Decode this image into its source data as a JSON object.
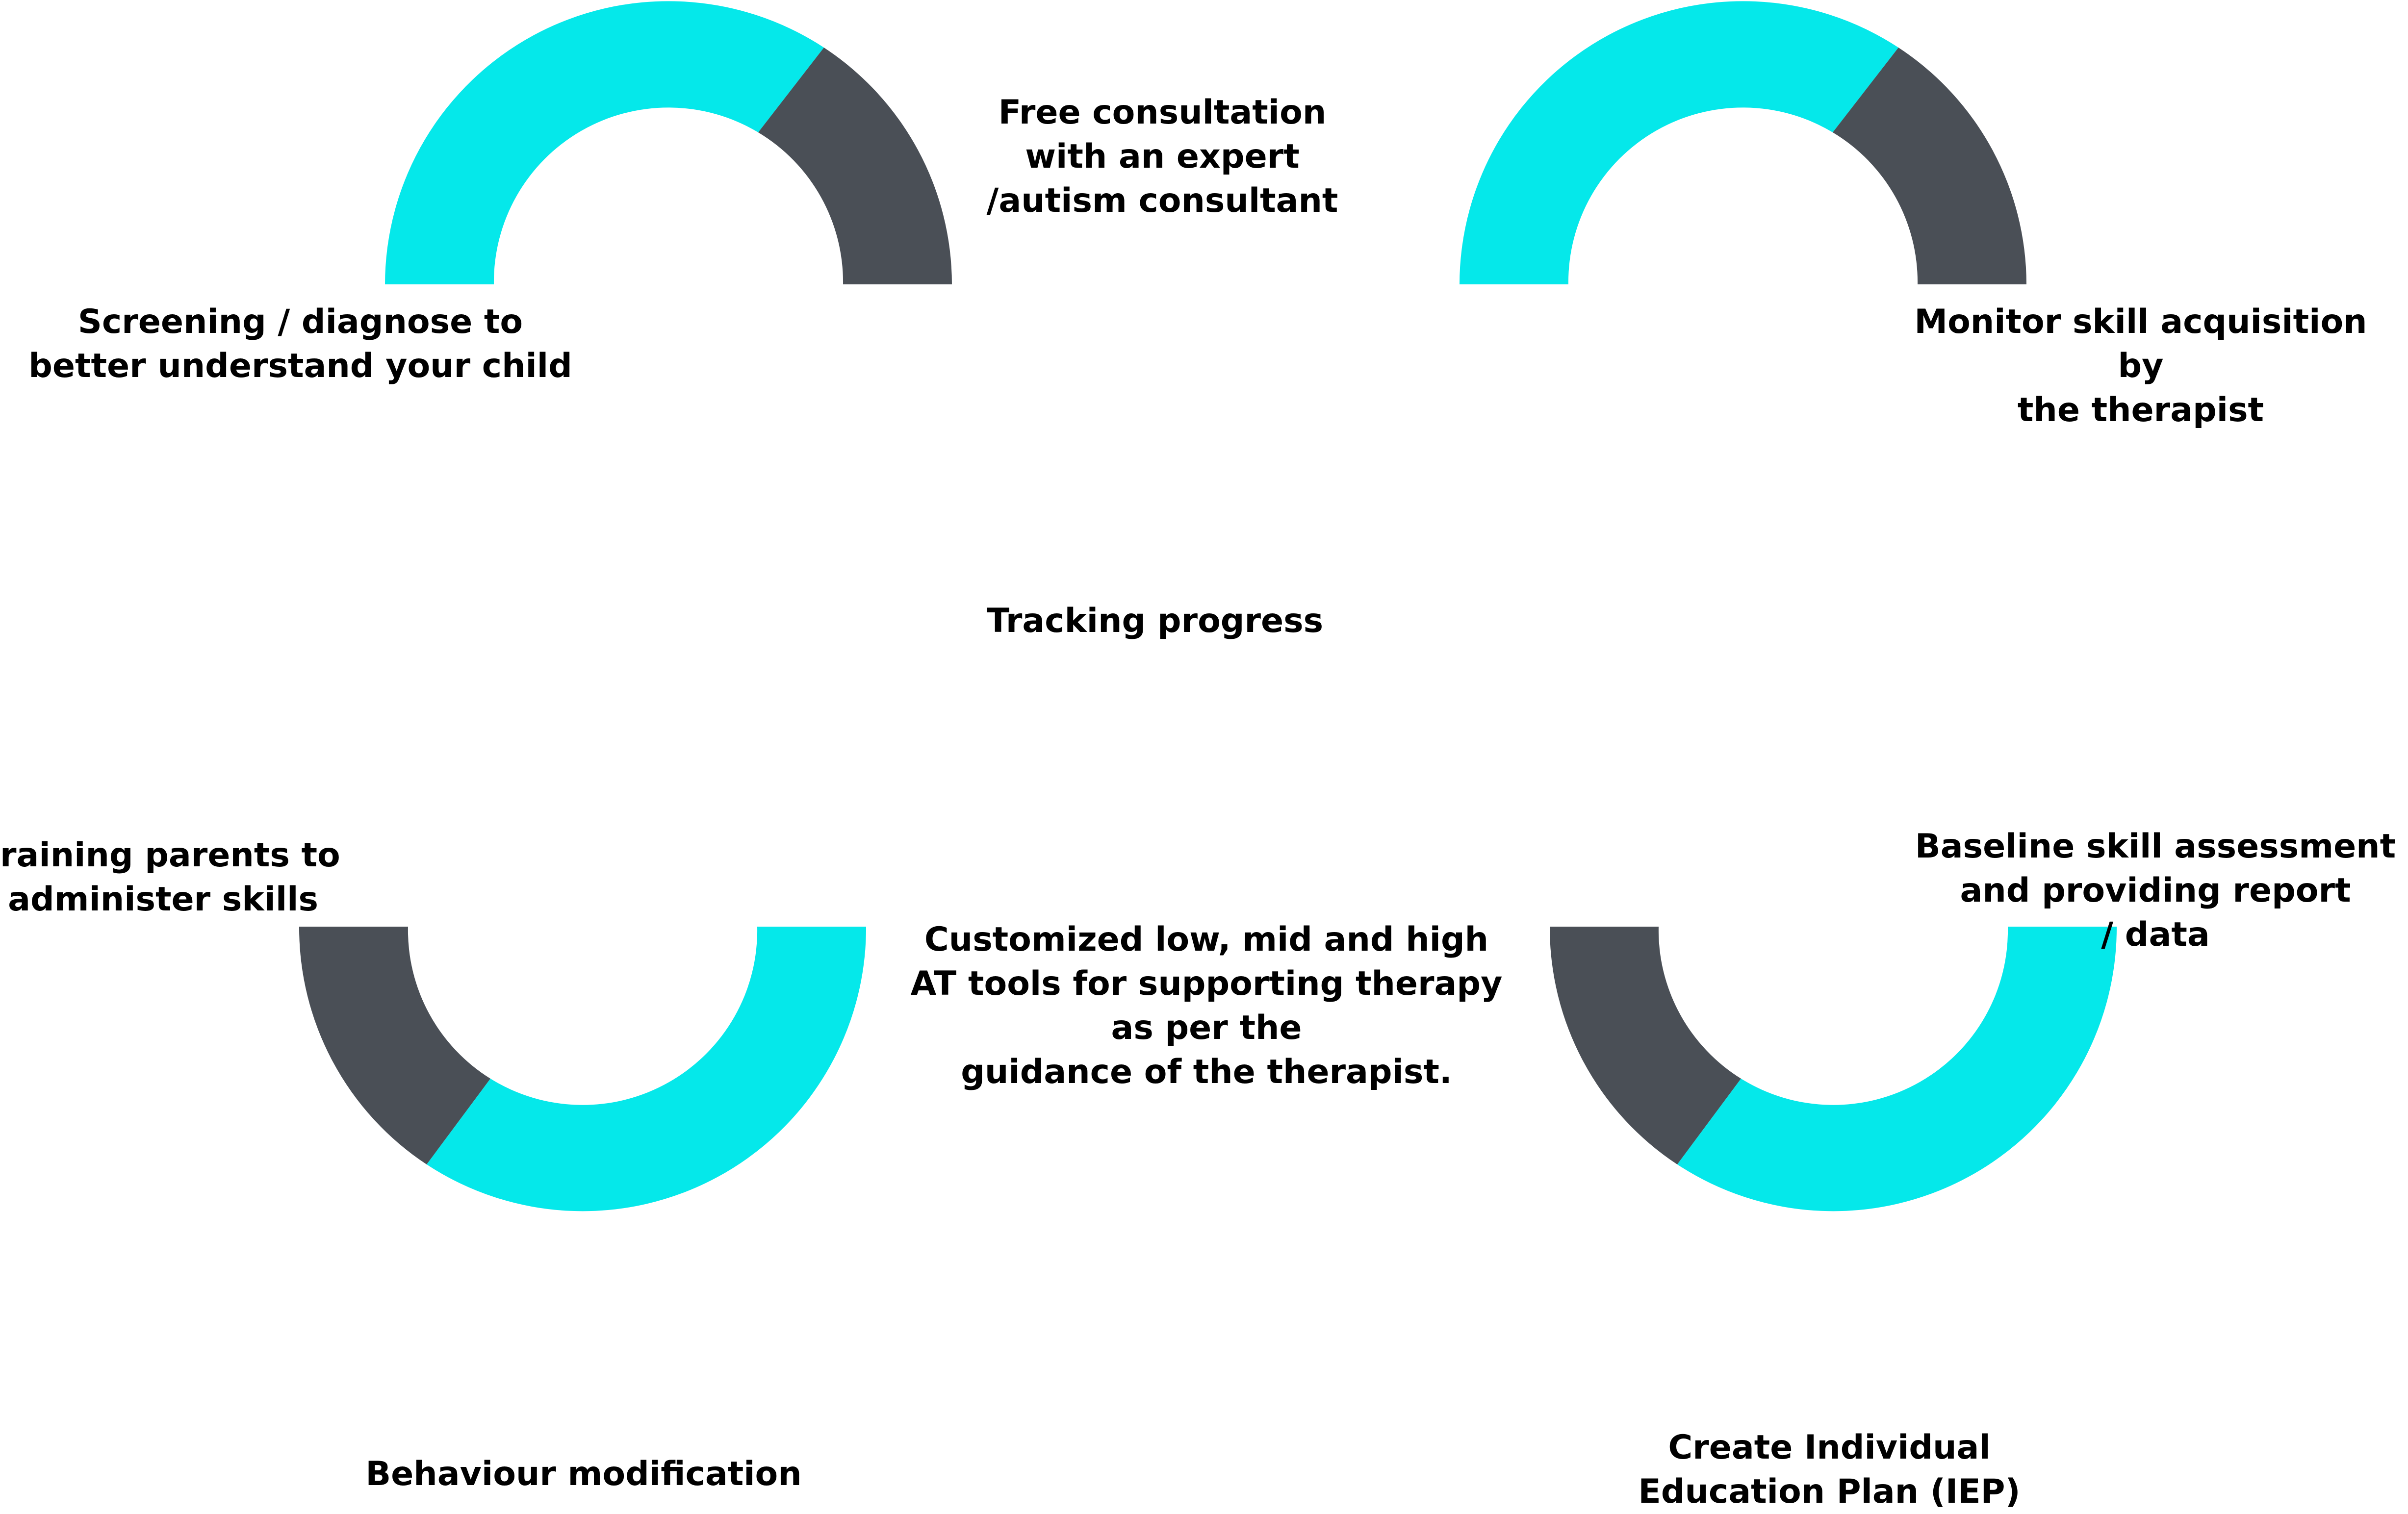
{
  "colors": {
    "accent": "#05E8EA",
    "dark": "#4A4F56",
    "text": "#000000",
    "background": "#FFFFFF"
  },
  "steps": [
    {
      "lines": [
        "Free consultation",
        "with an expert",
        "/autism consultant"
      ]
    },
    {
      "lines": [
        "Screening / diagnose to",
        "better understand your child"
      ]
    },
    {
      "lines": [
        "Monitor skill acquisition",
        "by",
        "the therapist"
      ]
    },
    {
      "lines": [
        "Tracking progress"
      ]
    },
    {
      "lines": [
        "raining parents to",
        "administer skills"
      ]
    },
    {
      "lines": [
        "Baseline skill assessment",
        "and providing report",
        "/ data"
      ]
    },
    {
      "lines": [
        "Customized low, mid and  high",
        "AT tools for supporting therapy",
        "as per the",
        "guidance of the therapist."
      ]
    },
    {
      "lines": [
        "Behaviour modification"
      ]
    },
    {
      "lines": [
        "Create Individual",
        "Education Plan (IEP)"
      ]
    }
  ]
}
